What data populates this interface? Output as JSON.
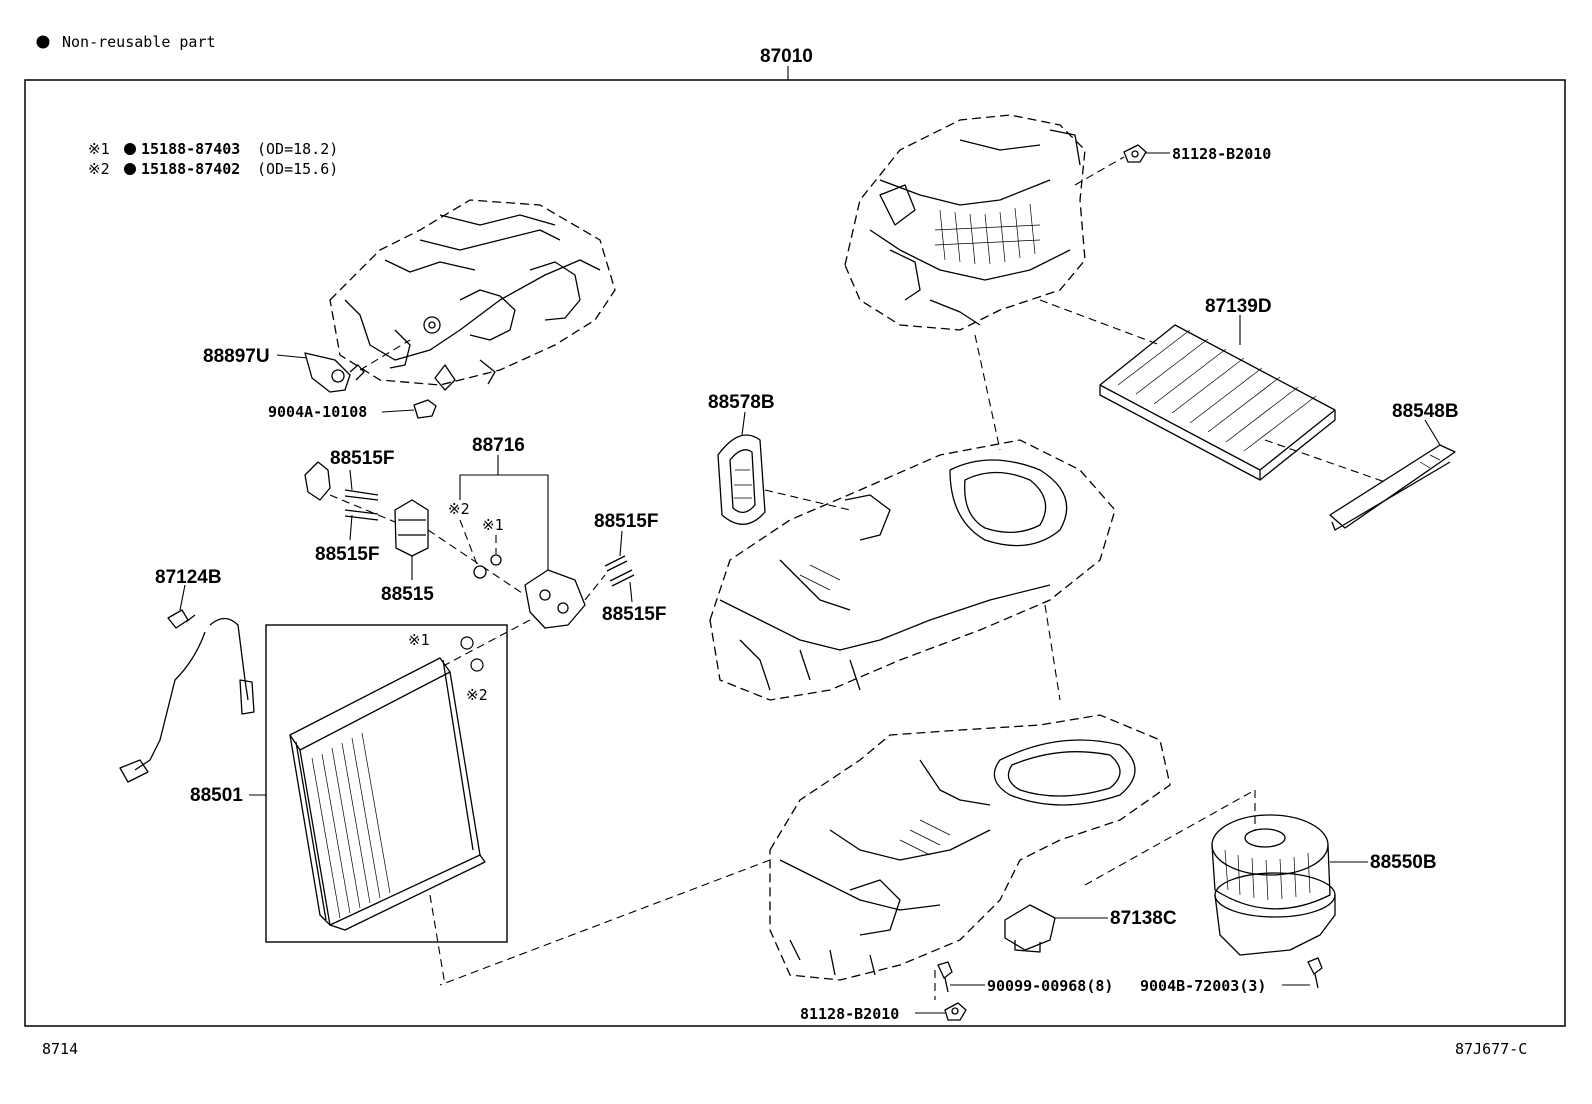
{
  "legend": {
    "text": "Non-reusable part",
    "mark1": "※1",
    "part1": "15188-87403",
    "spec1": "(OD=18.2)",
    "mark2": "※2",
    "part2": "15188-87402",
    "spec2": "(OD=15.6)"
  },
  "labels": {
    "assembly": "87010",
    "p81128_top": "81128-B2010",
    "p87139D": "87139D",
    "p88548B": "88548B",
    "p88578B": "88578B",
    "p88897U": "88897U",
    "p9004A": "9004A-10108",
    "p88716": "88716",
    "p88515F_a": "88515F",
    "p88515F_b": "88515F",
    "p88515F_c": "88515F",
    "p88515F_d": "88515F",
    "p88515": "88515",
    "p87124B": "87124B",
    "p88501": "88501",
    "p88550B": "88550B",
    "p87138C": "87138C",
    "p90099": "90099-00968(8)",
    "p9004B": "9004B-72003(3)",
    "p81128_bottom": "81128-B2010",
    "m2_a": "※2",
    "m1_a": "※1",
    "m1_b": "※1",
    "m2_b": "※2"
  },
  "footer": {
    "left_code": "8714",
    "right_code": "87J677-C"
  }
}
